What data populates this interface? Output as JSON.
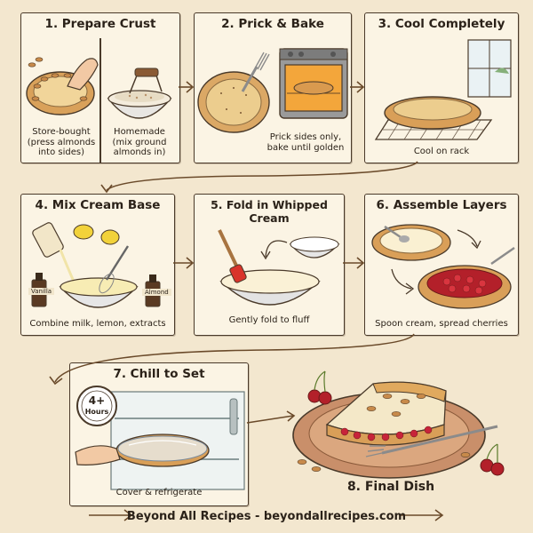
{
  "steps": [
    {
      "title": "1. Prepare Crust",
      "captions": [
        "Store-bought\n(press almonds\ninto sides)",
        "Homemade\n(mix ground\nalmonds in)"
      ]
    },
    {
      "title": "2. Prick & Bake",
      "captions": [
        "Prick sides only,\nbake until golden"
      ]
    },
    {
      "title": "3. Cool Completely",
      "captions": [
        "Cool on rack"
      ]
    },
    {
      "title": "4. Mix Cream Base",
      "captions": [
        "Combine milk, lemon, extracts"
      ]
    },
    {
      "title": "5. Fold in Whipped Cream",
      "captions": [
        "Gently fold to fluff"
      ]
    },
    {
      "title": "6. Assemble Layers",
      "captions": [
        "Spoon cream, spread cherries"
      ]
    },
    {
      "title": "7. Chill to Set",
      "captions": [
        "Cover & refrigerate"
      ]
    },
    {
      "title": "8. Final Dish",
      "captions": []
    }
  ],
  "labels": {
    "vanilla": "Vanilla",
    "almond": "Almond",
    "timer_value": "4+",
    "timer_unit": "Hours"
  },
  "footer": "Beyond All Recipes - beyondallrecipes.com",
  "colors": {
    "background": "#f3e7cf",
    "panel": "#fbf4e4",
    "ink": "#4a3a2a",
    "crust": "#d9a15a",
    "cherry": "#b3202a",
    "cream": "#f7efd7"
  }
}
